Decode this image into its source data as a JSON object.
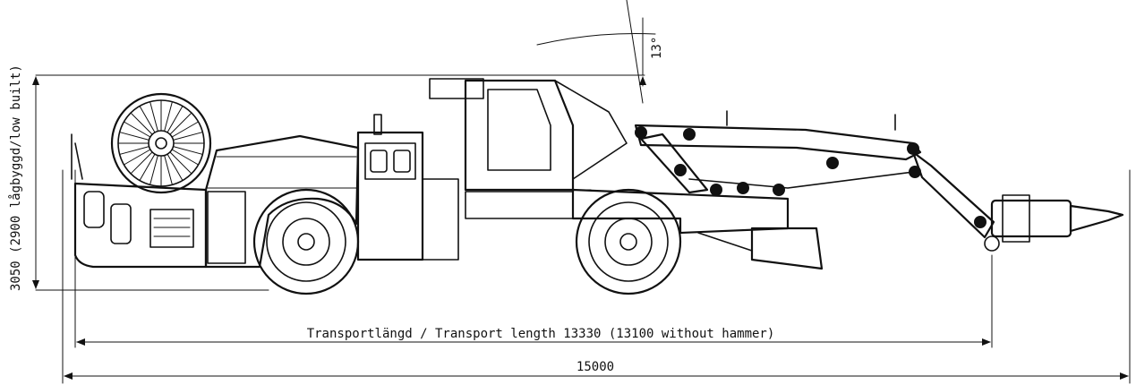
{
  "dimensions": {
    "height_label": "3050 (2900 lågbyggd/low built)",
    "transport_length_label": "Transportlängd / Transport length 13330 (13100 without hammer)",
    "overall_length_label": "15000",
    "angle_label": "13°"
  },
  "colors": {
    "line": "#111111",
    "background": "#ffffff"
  }
}
